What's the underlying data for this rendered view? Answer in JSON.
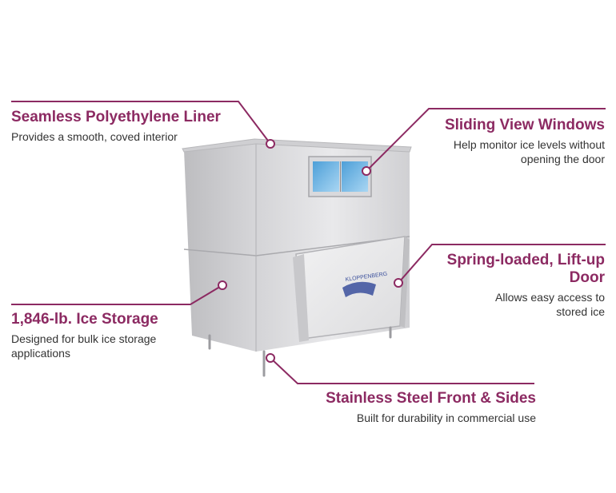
{
  "colors": {
    "accent": "#8c2a62",
    "text": "#333333",
    "steel_light": "#e4e4e6",
    "steel_dark": "#b5b5b8",
    "window_blue": "#6fb6e6",
    "logo_blue": "#3a4f9c"
  },
  "callouts": {
    "liner": {
      "title": "Seamless Polyethylene Liner",
      "desc": "Provides a smooth, coved interior"
    },
    "windows": {
      "title": "Sliding View Windows",
      "desc_line1": "Help monitor ice levels without",
      "desc_line2": "opening the door"
    },
    "door": {
      "title_line1": "Spring-loaded, Lift-up",
      "title_line2": "Door",
      "desc_line1": "Allows easy access to",
      "desc_line2": "stored ice"
    },
    "storage": {
      "title": "1,846-lb. Ice Storage",
      "desc_line1": "Designed for bulk ice storage",
      "desc_line2": "applications"
    },
    "steel": {
      "title": "Stainless Steel Front & Sides",
      "desc": "Built for durability in commercial use"
    }
  },
  "product": {
    "logo_text": "KLOPPENBERG",
    "icon": "ice-bin-illustration"
  }
}
